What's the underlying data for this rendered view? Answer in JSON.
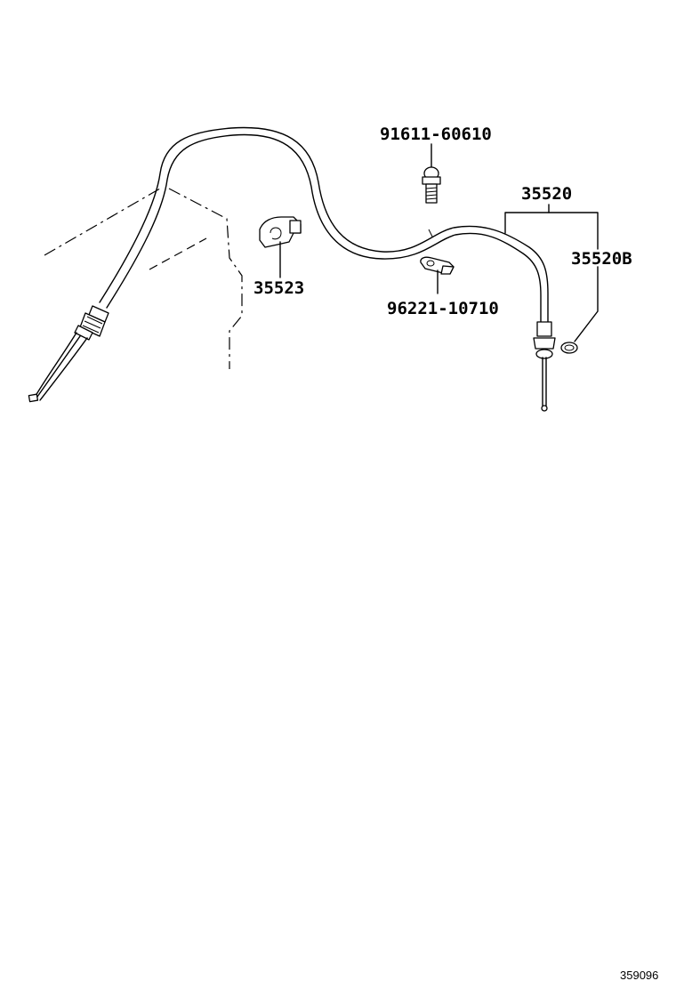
{
  "diagram": {
    "type": "parts-illustration",
    "subject": "accelerator cable assembly",
    "figure_id": "359096",
    "parts": [
      {
        "id": "bolt",
        "number": "91611-60610",
        "icon": "flange-bolt-icon"
      },
      {
        "id": "cable_assy",
        "number": "35520",
        "icon": "cable-assembly-icon"
      },
      {
        "id": "cable_sub",
        "number": "35520B",
        "icon": "grommet-ring-icon"
      },
      {
        "id": "clamp",
        "number": "35523",
        "icon": "cable-clamp-icon"
      },
      {
        "id": "clip",
        "number": "96221-10710",
        "icon": "cable-clip-icon"
      }
    ]
  }
}
